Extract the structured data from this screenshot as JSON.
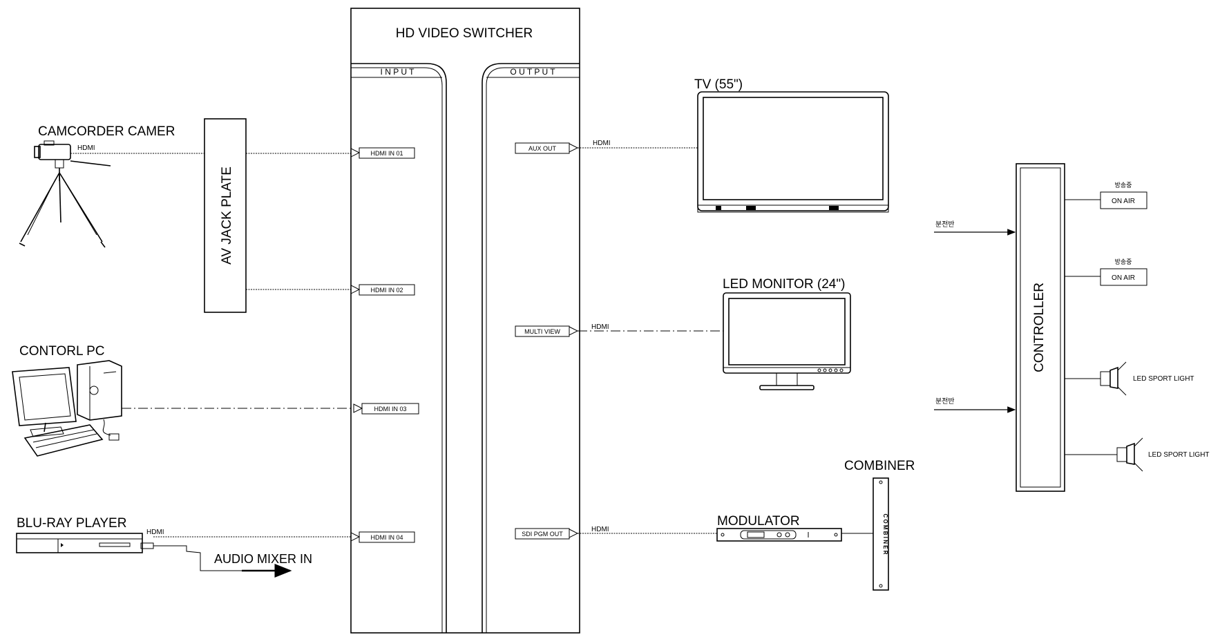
{
  "switcher": {
    "title": "HD VIDEO SWITCHER",
    "input_label": "I N P U T",
    "output_label": "O U T P U T",
    "inputs": [
      "HDMI IN  01",
      "HDMI IN  02",
      "HDMI IN 03",
      "HDMI IN  04"
    ],
    "outputs": [
      "AUX OUT",
      "MULTI VIEW",
      "SDI PGM OUT"
    ]
  },
  "sources": {
    "camcorder": "CAMCORDER CAMER",
    "jack_plate": "AV JACK PLATE",
    "control_pc": "CONTORL PC",
    "bluray": "BLU-RAY PLAYER",
    "audio_mixer": "AUDIO MIXER IN"
  },
  "cable_label": "HDMI",
  "displays": {
    "tv": "TV  (55\")",
    "led_monitor": "LED MONITOR (24\")",
    "modulator": "MODULATOR",
    "combiner": "COMBINER",
    "combiner_vertical": "C O M B I N E R"
  },
  "controller": {
    "title": "CONTROLLER",
    "power_label": "분전반",
    "onair_caption": "방송중",
    "onair_text": "ON AIR",
    "light_label": "LED SPORT LIGHT"
  }
}
